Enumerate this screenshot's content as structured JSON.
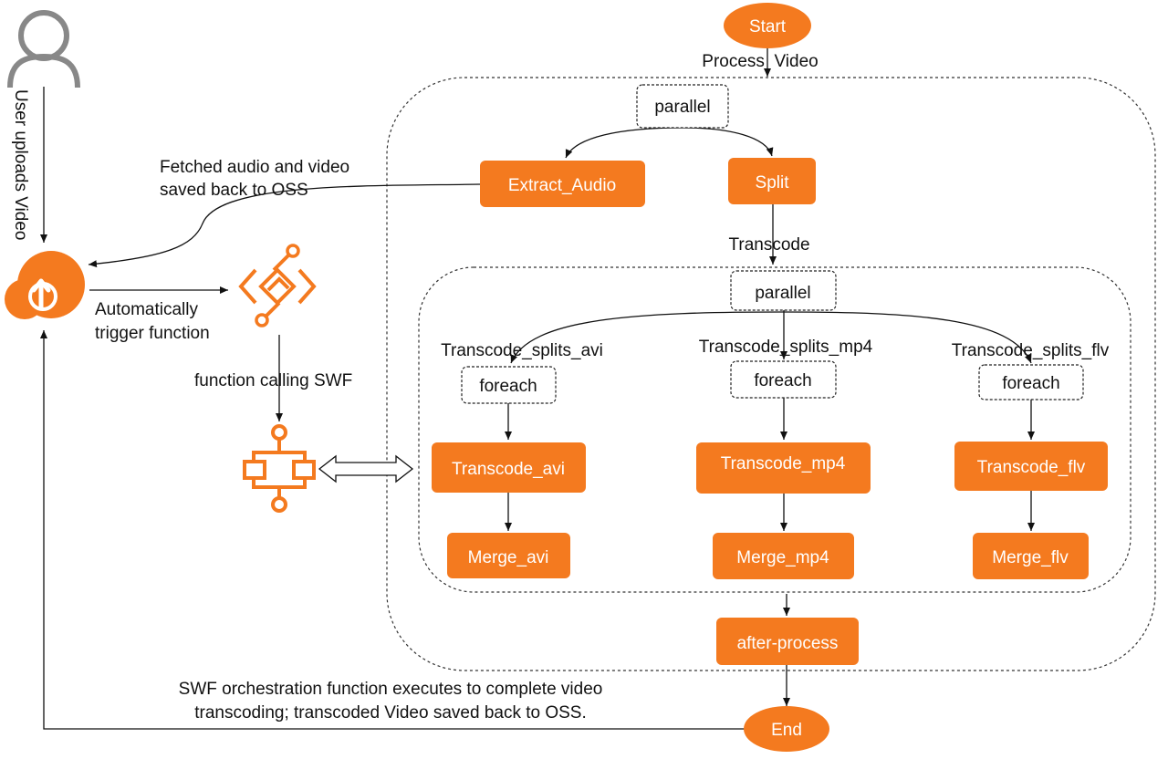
{
  "nodes": {
    "start": "Start",
    "end": "End",
    "parallel_outer": "parallel",
    "extract_audio": "Extract_Audio",
    "split": "Split",
    "parallel_inner": "parallel",
    "foreach_avi": "foreach",
    "foreach_mp4": "foreach",
    "foreach_flv": "foreach",
    "transcode_avi": "Transcode_avi",
    "transcode_mp4": "Transcode_mp4",
    "transcode_flv": "Transcode_flv",
    "merge_avi": "Merge_avi",
    "merge_mp4": "Merge_mp4",
    "merge_flv": "Merge_flv",
    "after_process": "after-process"
  },
  "labels": {
    "process_video": "Process  Video",
    "transcode": "Transcode",
    "splits_avi": "Transcode_splits_avi",
    "splits_mp4": "Transcode_splits_mp4",
    "splits_flv": "Transcode_splits_flv",
    "user_uploads": "User uploads Video",
    "fetched_line1": "Fetched audio and video",
    "fetched_line2": "saved back to OSS",
    "auto_line1": "Automatically",
    "auto_line2": "trigger function",
    "function_calling": "function calling SWF",
    "swf_line1": "SWF orchestration function executes to complete video",
    "swf_line2": "transcoding; transcoded Video saved back to OSS."
  },
  "icons": {
    "user": "user-icon",
    "oss": "oss-cloud-upload-icon",
    "function_compute": "function-compute-icon",
    "swf": "serverless-workflow-icon"
  },
  "colors": {
    "accent": "#f47a1f",
    "line": "#111111"
  }
}
